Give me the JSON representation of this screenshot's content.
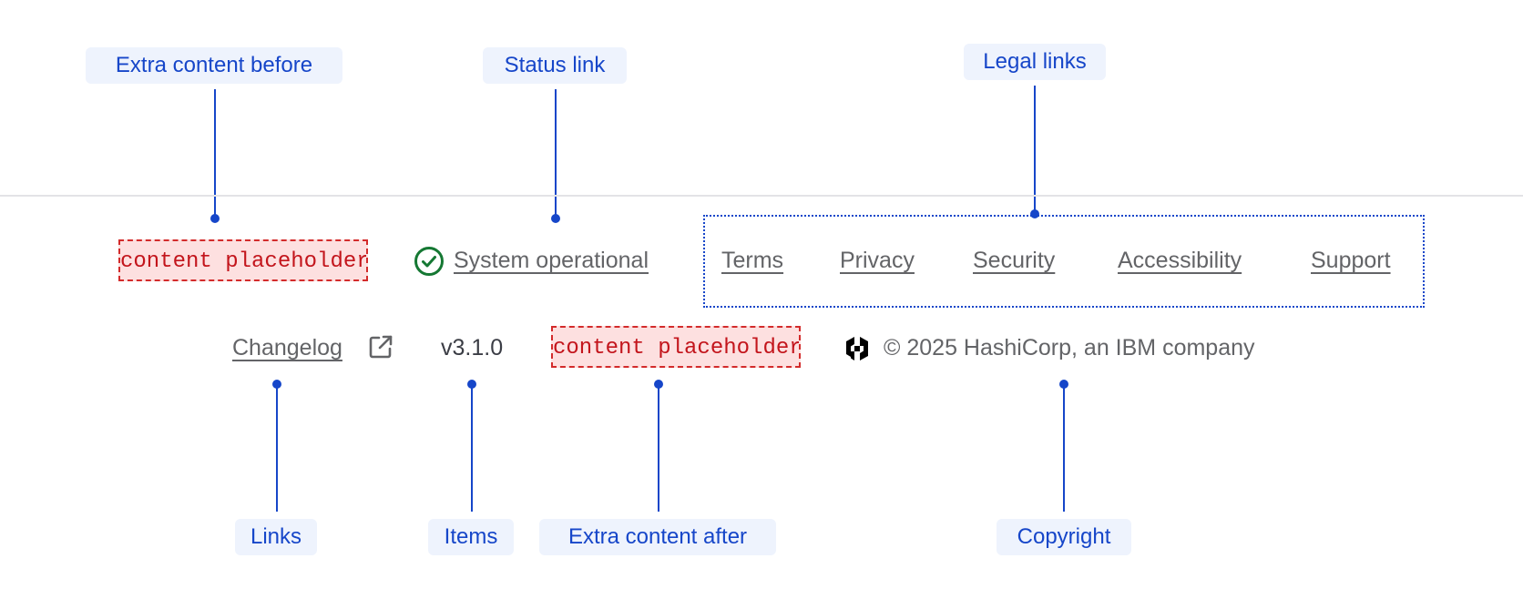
{
  "callouts": {
    "extra_before": "Extra content before",
    "status_link": "Status link",
    "legal_links": "Legal links",
    "links": "Links",
    "items": "Items",
    "extra_after": "Extra content after",
    "copyright": "Copyright"
  },
  "footer": {
    "extra_before_placeholder": "content placeholder",
    "status": {
      "icon": "check-circle-icon",
      "label": "System operational",
      "color": "#157833"
    },
    "legal_links": [
      "Terms",
      "Privacy",
      "Security",
      "Accessibility",
      "Support"
    ],
    "links": [
      {
        "label": "Changelog",
        "icon": "external-link-icon"
      }
    ],
    "items": [
      "v3.1.0"
    ],
    "extra_after_placeholder": "content placeholder",
    "copyright": {
      "logo": "hashicorp-logo-icon",
      "text": "© 2025 HashiCorp, an IBM company"
    }
  },
  "colors": {
    "callout_text": "#1646c9",
    "callout_bg": "#eef3fd",
    "link_text": "#636467",
    "placeholder_bg": "#fde0e0",
    "placeholder_border": "#d32b2b"
  }
}
